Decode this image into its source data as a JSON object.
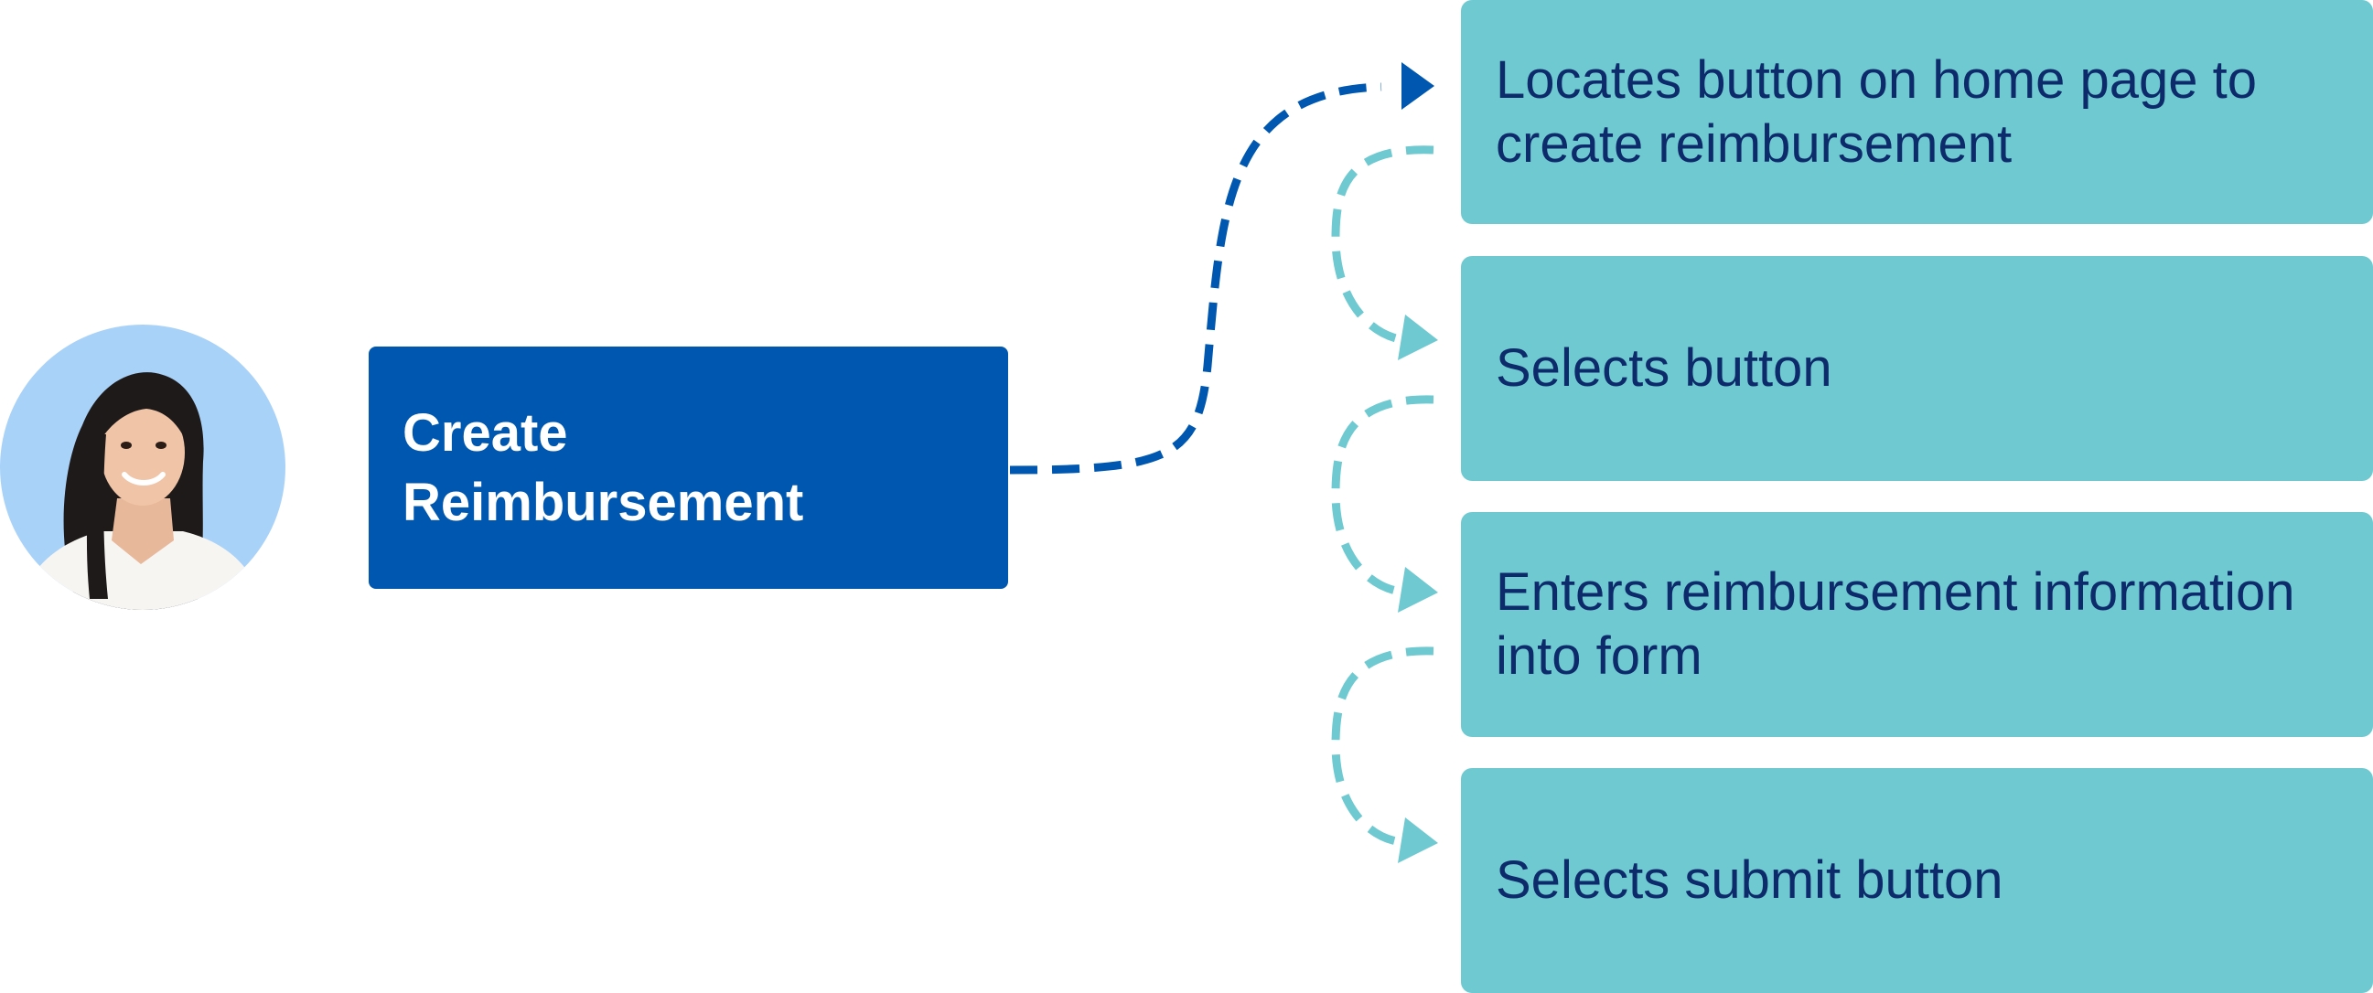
{
  "colors": {
    "task_box": "#0057B0",
    "step_box": "#6FC9D0",
    "step_text": "#0D2A6B",
    "primary_connector": "#0057B0",
    "secondary_connector": "#6FC9D0",
    "avatar_background": "#A9D2F8"
  },
  "actor": {
    "icon": "user-avatar-photo"
  },
  "task": {
    "label": "Create Reimbursement"
  },
  "steps": [
    {
      "label": "Locates button on home page to create reimbursement"
    },
    {
      "label": "Selects button"
    },
    {
      "label": "Enters reimbursement information into form"
    },
    {
      "label": "Selects submit button"
    }
  ]
}
